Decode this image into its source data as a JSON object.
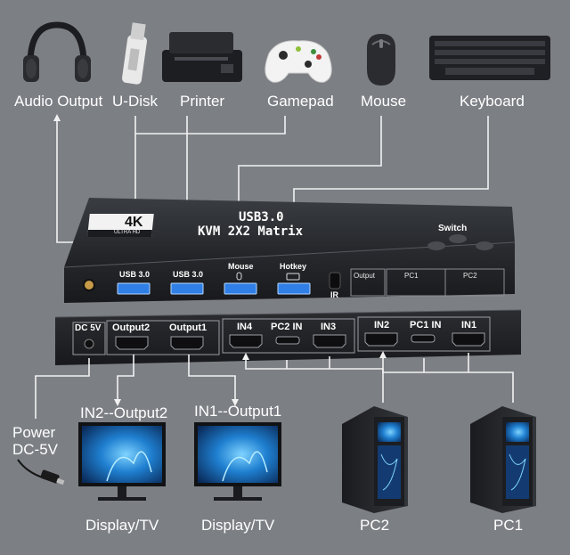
{
  "devices": {
    "audio_output": "Audio Output",
    "u_disk": "U-Disk",
    "printer": "Printer",
    "gamepad": "Gamepad",
    "mouse": "Mouse",
    "keyboard": "Keyboard"
  },
  "switch_unit": {
    "badge_main": "4K",
    "badge_sub": "ULTRA HD",
    "title_line1": "USB3.0",
    "title_line2": "KVM 2X2 Matrix",
    "switch_label": "Switch",
    "front_ports": {
      "usb_a": "USB 3.0",
      "usb_b": "USB 3.0",
      "mouse": "Mouse",
      "hotkey": "Hotkey",
      "ir": "IR"
    },
    "led_groups": {
      "output": "Output",
      "pc1": "PC1",
      "pc2": "PC2"
    },
    "rear_ports": {
      "dc": "DC 5V",
      "output2": "Output2",
      "output1": "Output1",
      "in4": "IN4",
      "pc2_in": "PC2 IN",
      "in3": "IN3",
      "in2": "IN2",
      "pc1_in": "PC1 IN",
      "in1": "IN1"
    }
  },
  "bottom": {
    "power_line1": "Power",
    "power_line2": "DC-5V",
    "route_a": "IN2--Output2",
    "route_b": "IN1--Output1",
    "display_a": "Display/TV",
    "display_b": "Display/TV",
    "pc2": "PC2",
    "pc1": "PC1"
  },
  "colors": {
    "background": "#7c7f84",
    "unit_body": "#26282c",
    "line": "#f2f2f2",
    "usb_blue": "#2f7fe6",
    "screen_blue": "#1d6fc0"
  }
}
